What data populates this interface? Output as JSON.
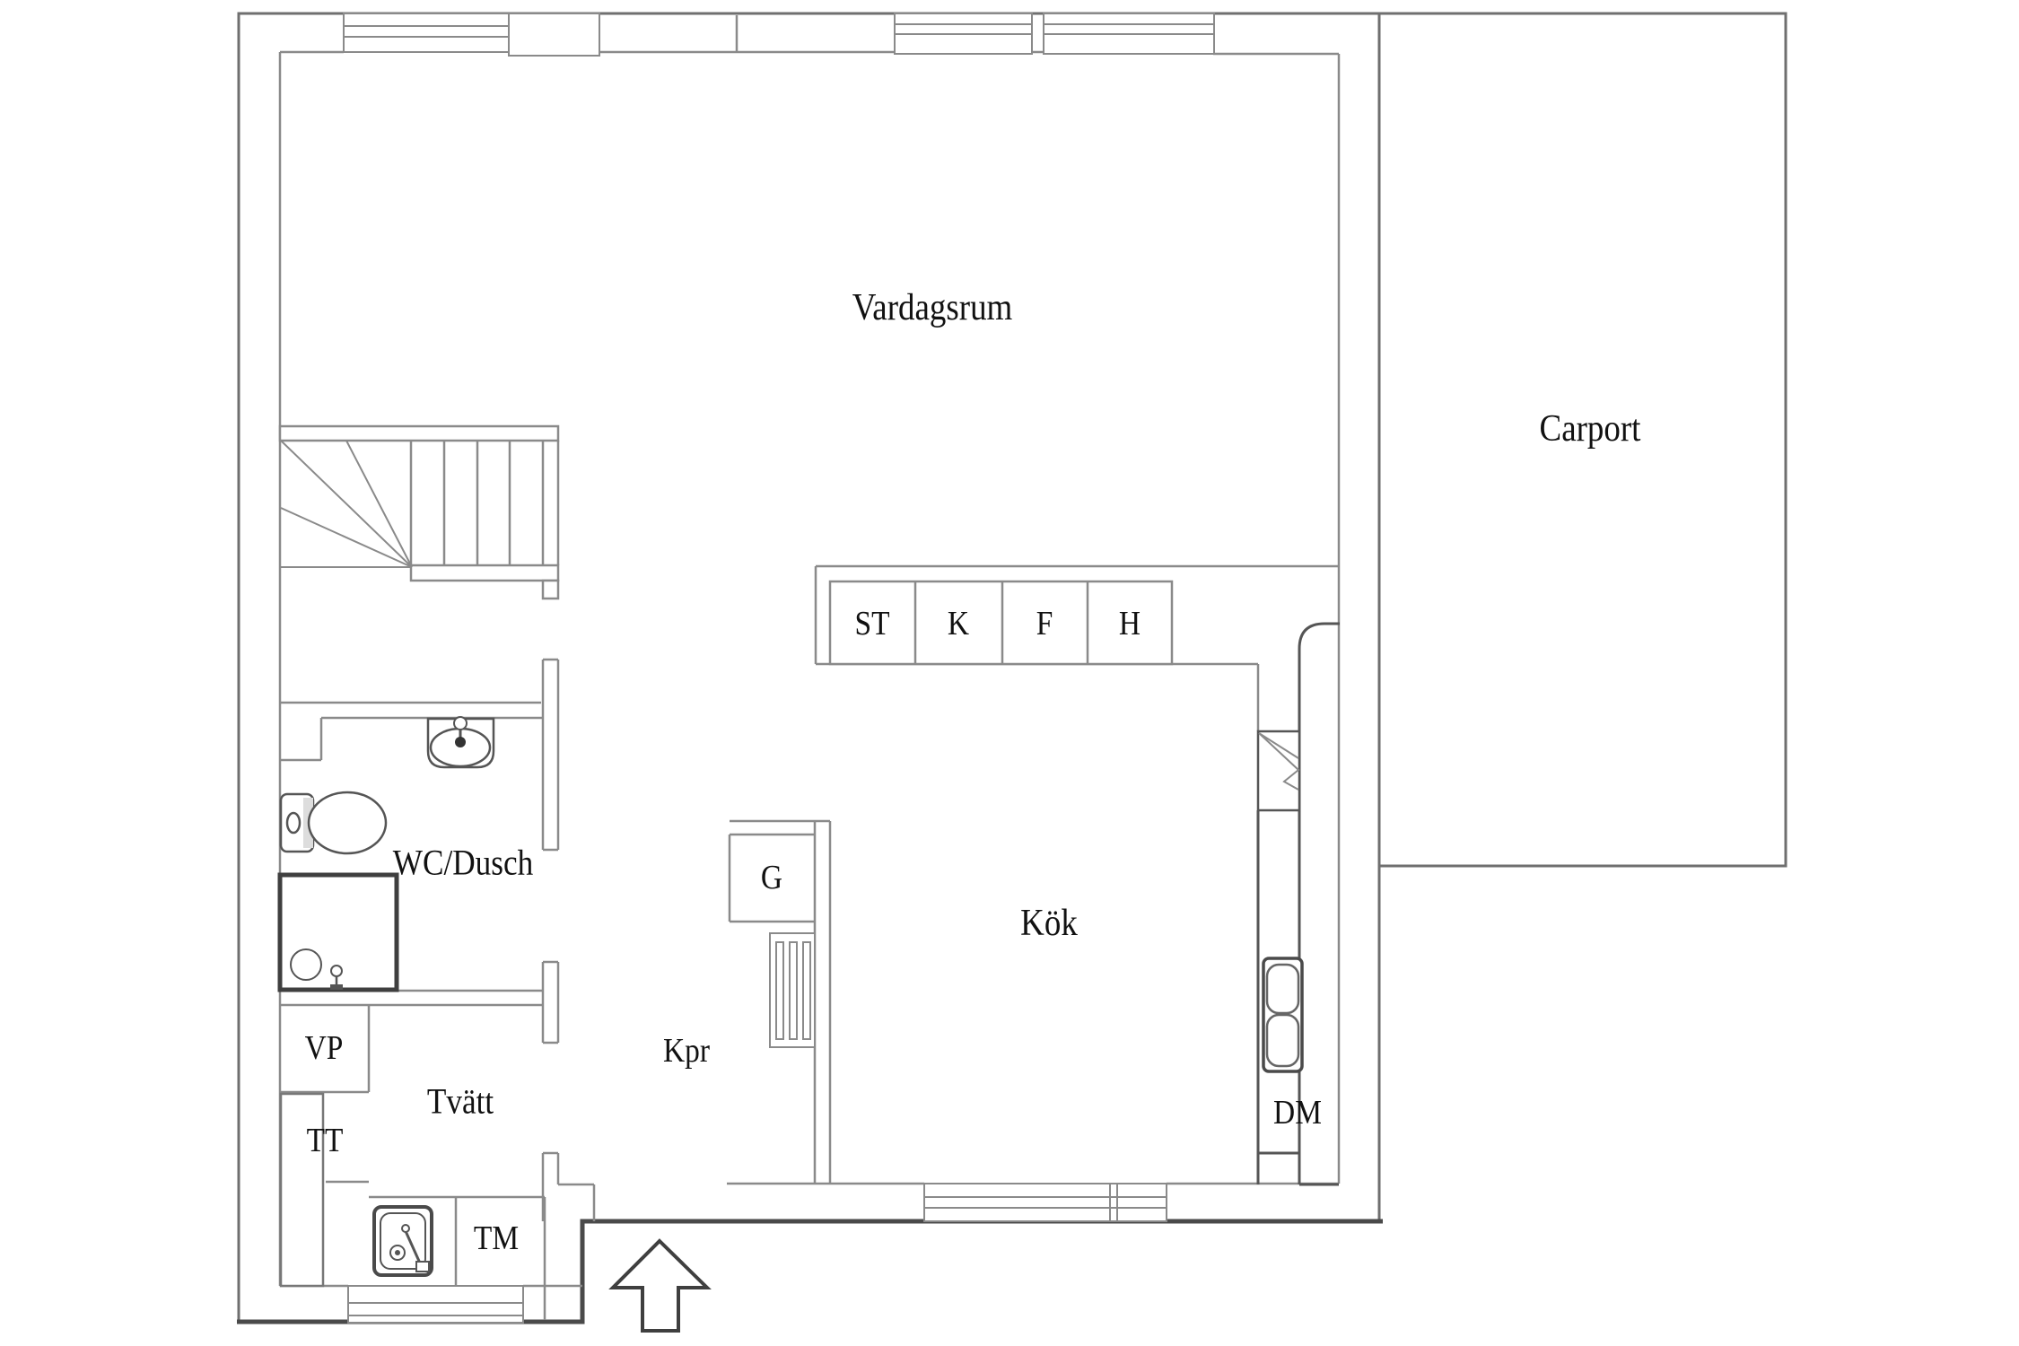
{
  "labels": {
    "vardagsrum": "Vardagsrum",
    "carport": "Carport",
    "kok": "Kök",
    "wc_dusch": "WC/Dusch",
    "kpr": "Kpr",
    "tvatt": "Tvätt",
    "vp": "VP",
    "tt": "TT",
    "tm": "TM",
    "dm": "DM",
    "g": "G",
    "st": "ST",
    "k": "K",
    "f": "F",
    "h": "H"
  },
  "colors": {
    "wall_line": "#868686",
    "outer_line": "#6f6f6f",
    "dark_line": "#4a4a4a",
    "fixture_line": "#555555",
    "text": "#111111",
    "background": "#ffffff"
  }
}
